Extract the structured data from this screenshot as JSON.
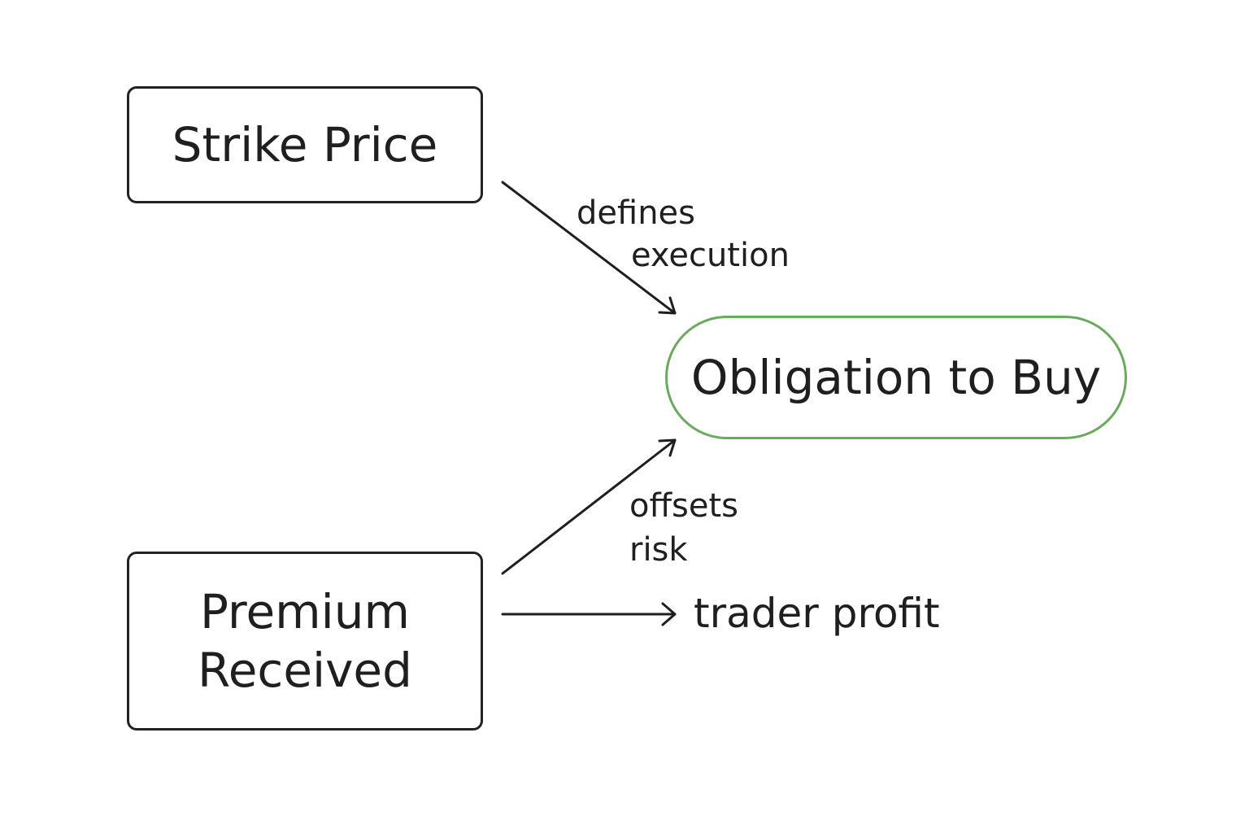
{
  "nodes": {
    "strike_price": "Strike Price",
    "premium_received_line1": "Premium",
    "premium_received_line2": "Received",
    "obligation_to_buy": "Obligation to Buy"
  },
  "edges": {
    "defines_execution_line1": "defines",
    "defines_execution_line2": "execution",
    "offsets_risk_line1": "offsets",
    "offsets_risk_line2": "risk",
    "trader_profit": "trader profit"
  },
  "colors": {
    "outline": "#222222",
    "accent": "#6aaa5e",
    "text": "#1f1f1f"
  }
}
